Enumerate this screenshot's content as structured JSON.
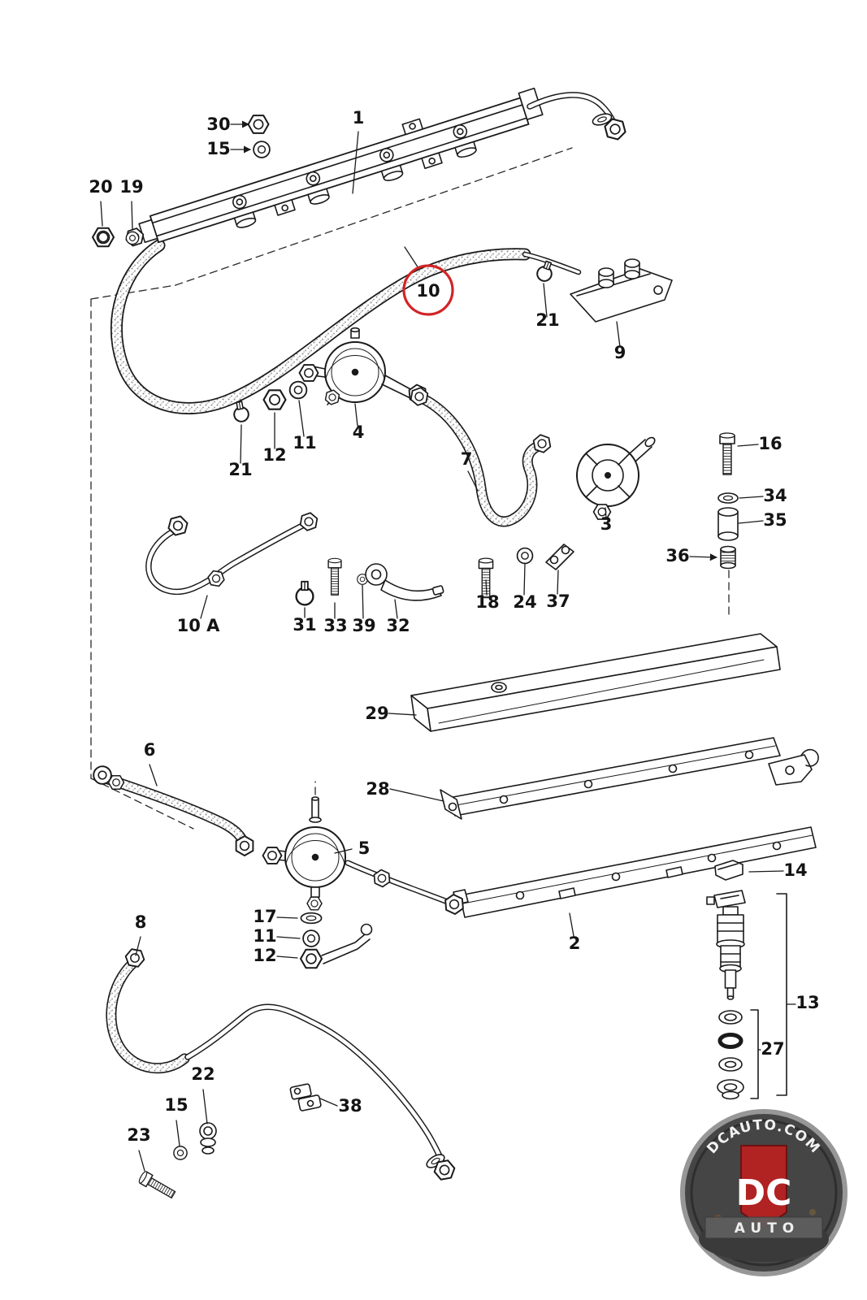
{
  "diagram": {
    "highlight": {
      "label": "10",
      "color": "#d22424"
    }
  },
  "labels": [
    {
      "text": "30"
    },
    {
      "text": "15"
    },
    {
      "text": "1"
    },
    {
      "text": "20"
    },
    {
      "text": "19"
    },
    {
      "text": "10"
    },
    {
      "text": "21"
    },
    {
      "text": "9"
    },
    {
      "text": "4"
    },
    {
      "text": "21"
    },
    {
      "text": "12"
    },
    {
      "text": "11"
    },
    {
      "text": "7"
    },
    {
      "text": "3"
    },
    {
      "text": "16"
    },
    {
      "text": "34"
    },
    {
      "text": "35"
    },
    {
      "text": "36"
    },
    {
      "text": "10 A"
    },
    {
      "text": "31"
    },
    {
      "text": "33"
    },
    {
      "text": "39"
    },
    {
      "text": "32"
    },
    {
      "text": "18"
    },
    {
      "text": "24"
    },
    {
      "text": "37"
    },
    {
      "text": "29"
    },
    {
      "text": "28"
    },
    {
      "text": "6"
    },
    {
      "text": "5"
    },
    {
      "text": "2"
    },
    {
      "text": "14"
    },
    {
      "text": "13"
    },
    {
      "text": "27"
    },
    {
      "text": "17"
    },
    {
      "text": "11"
    },
    {
      "text": "12"
    },
    {
      "text": "8"
    },
    {
      "text": "22"
    },
    {
      "text": "15"
    },
    {
      "text": "23"
    },
    {
      "text": "38"
    }
  ],
  "logo": {
    "arc_text": "DCAUTO.COM",
    "monogram": "DC",
    "word": "AUTO"
  }
}
